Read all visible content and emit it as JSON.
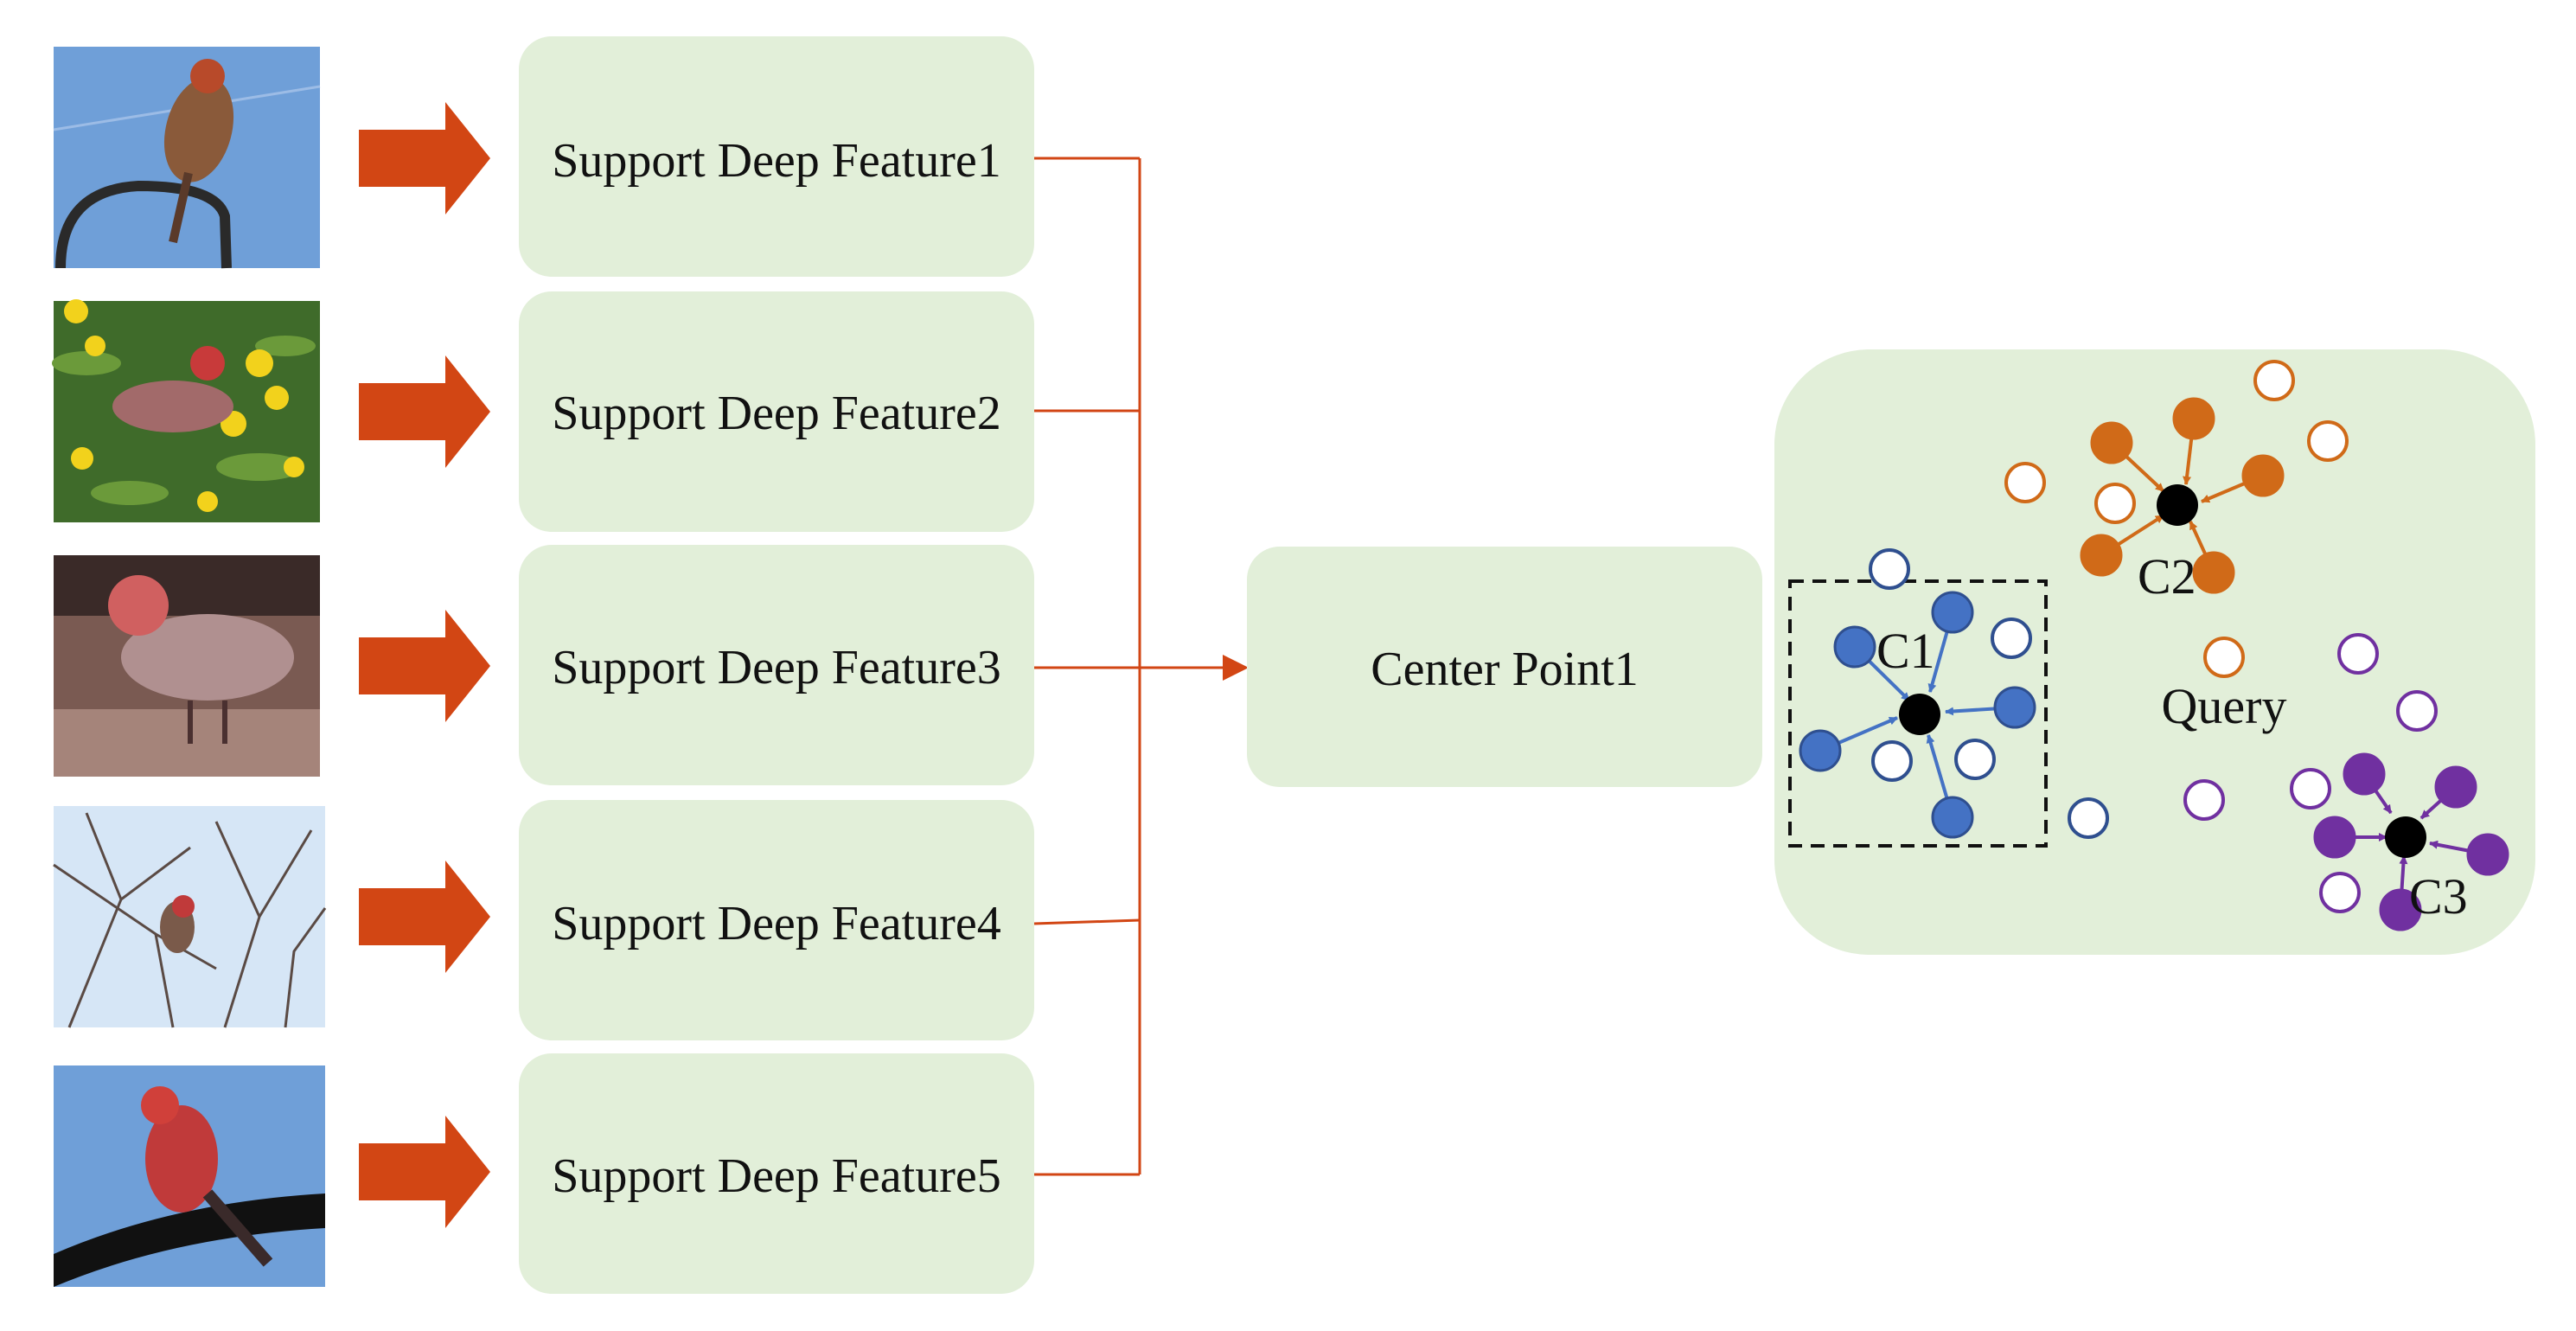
{
  "colors": {
    "box_fill": "#e2efd9",
    "arrow_orange": "#d24614",
    "line_orange": "#d24614",
    "blue": "#4472c4",
    "blue_outline": "#2f4f8f",
    "orange": "#d06a18",
    "orange_outline": "#d06a18",
    "purple": "#7030a0",
    "black": "#000000",
    "sky": "#6f9fd8",
    "grass": "#3f6b2a",
    "ground": "#7a5a52",
    "pale_sky": "#d6e6f6"
  },
  "images": [
    {
      "name": "bird-photo-1",
      "scene": "sky-perch"
    },
    {
      "name": "bird-photo-2",
      "scene": "grass-flowers"
    },
    {
      "name": "bird-photo-3",
      "scene": "ground"
    },
    {
      "name": "bird-photo-4",
      "scene": "branches"
    },
    {
      "name": "bird-photo-5",
      "scene": "sky-wire"
    }
  ],
  "features": [
    "Support Deep Feature1",
    "Support Deep Feature2",
    "Support Deep Feature3",
    "Support Deep Feature4",
    "Support Deep Feature5"
  ],
  "center_label": "Center Point1",
  "clusters": {
    "c1_label": "C1",
    "c2_label": "C2",
    "c3_label": "C3",
    "query_label": "Query"
  }
}
